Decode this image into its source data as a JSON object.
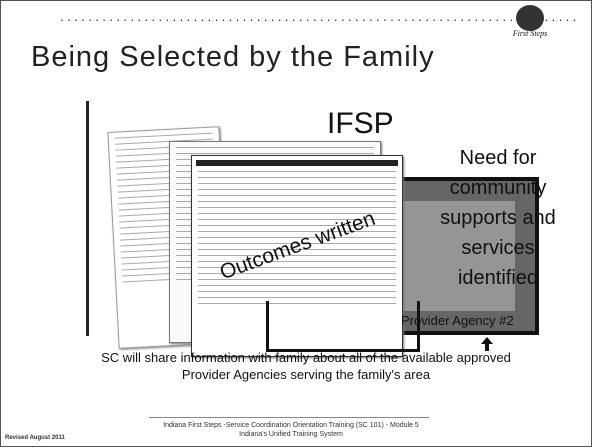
{
  "header": {
    "logo_text": "First Steps"
  },
  "slide": {
    "title": "Being Selected by the Family",
    "ifsp_label": "IFSP",
    "need_text": "Need for community supports and services identified",
    "provider_agency_label": "Provider Agency #2",
    "outcomes_label": "Outcomes written",
    "info_text": "SC will share information with family about all of the available approved Provider Agencies serving the family's area"
  },
  "footer": {
    "line1": "Indiana First Steps -Service Coordination Orientation Training  (SC 101)  - Module 5",
    "line2": "Indiana's Unified Training System",
    "revised": "Revised August 2011"
  }
}
